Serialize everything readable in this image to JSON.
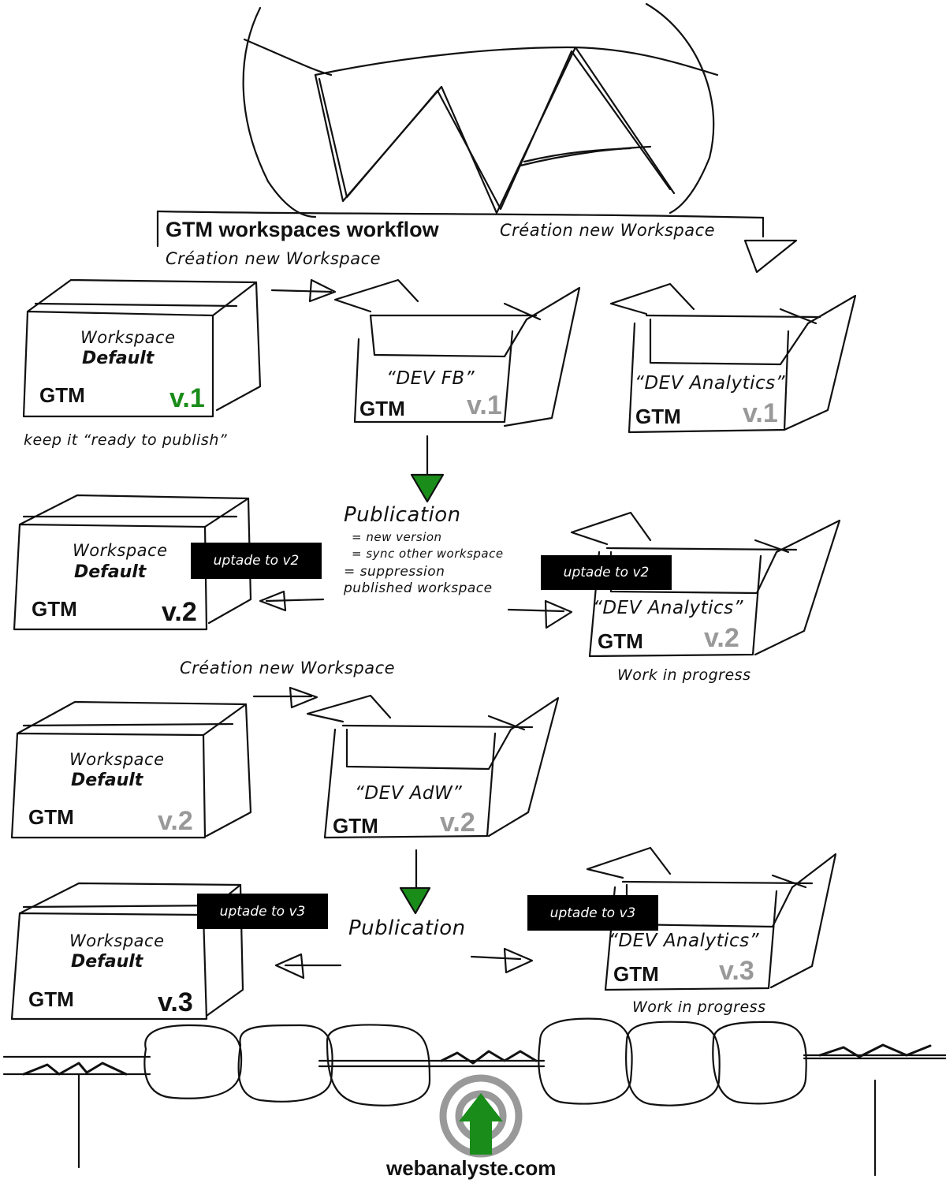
{
  "title": "GTM workspaces workflow",
  "creation_label": "Création new Workspace",
  "keep_note": "keep it “ready to publish”",
  "publication_label": "Publication",
  "publication_notes": {
    "new_version": "= new version",
    "sync": "= sync other workspace",
    "suppression": "= suppression",
    "published": "published workspace"
  },
  "work_in_progress": "Work in progress",
  "update_v2": "uptade to v2",
  "update_v3": "uptade to v3",
  "box_common": {
    "workspace": "Workspace",
    "default": "Default",
    "gtm": "GTM"
  },
  "boxes": {
    "default_v1": {
      "version": "v.1"
    },
    "dev_fb": {
      "name": "“DEV FB”",
      "version": "v.1"
    },
    "dev_analytics_1": {
      "name": "“DEV Analytics”",
      "version": "v.1"
    },
    "default_v2": {
      "version": "v.2"
    },
    "dev_analytics_2": {
      "name": "“DEV Analytics”",
      "version": "v.2"
    },
    "default_v2b": {
      "version": "v.2"
    },
    "dev_adw": {
      "name": "“DEV AdW”",
      "version": "v.2"
    },
    "default_v3": {
      "version": "v.3"
    },
    "dev_analytics_3": {
      "name": "“DEV Analytics”",
      "version": "v.3"
    }
  },
  "site": "webanalyste.com",
  "colors": {
    "green": "#1a8c1a",
    "grey": "#999999",
    "ink": "#111111"
  }
}
